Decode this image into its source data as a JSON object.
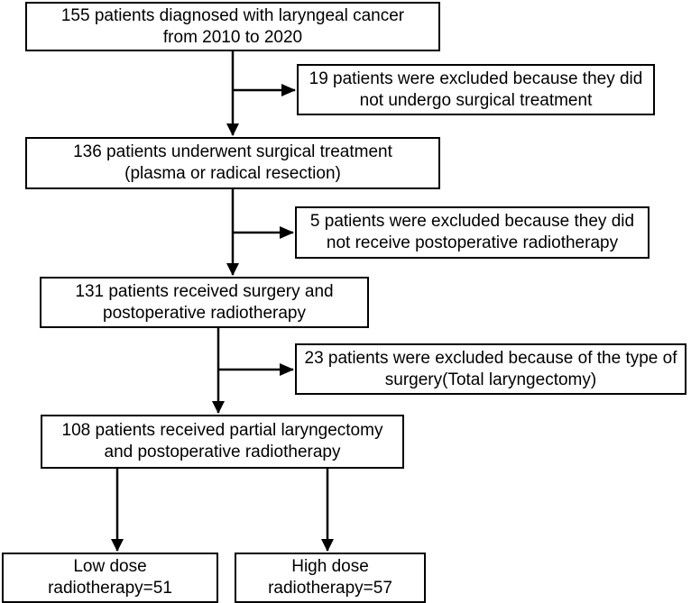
{
  "flowchart": {
    "main_steps": [
      {
        "line1": "155 patients diagnosed with laryngeal cancer",
        "line2": "from 2010 to 2020"
      },
      {
        "line1": "136 patients underwent surgical treatment",
        "line2": "(plasma or radical resection)"
      },
      {
        "line1": "131 patients received surgery and",
        "line2": "postoperative radiotherapy"
      },
      {
        "line1": "108 patients received partial laryngectomy",
        "line2": "and postoperative radiotherapy"
      }
    ],
    "exclusions": [
      {
        "line1": "19 patients were excluded because they did",
        "line2": "not undergo surgical treatment"
      },
      {
        "line1": "5 patients were excluded because they did",
        "line2": "not receive postoperative radiotherapy"
      },
      {
        "line1": "23 patients were excluded because of the type of",
        "line2": "surgery(Total laryngectomy)"
      }
    ],
    "outcomes": [
      {
        "line1": "Low dose",
        "line2": "radiotherapy=51"
      },
      {
        "line1": "High dose",
        "line2": "radiotherapy=57"
      }
    ]
  }
}
